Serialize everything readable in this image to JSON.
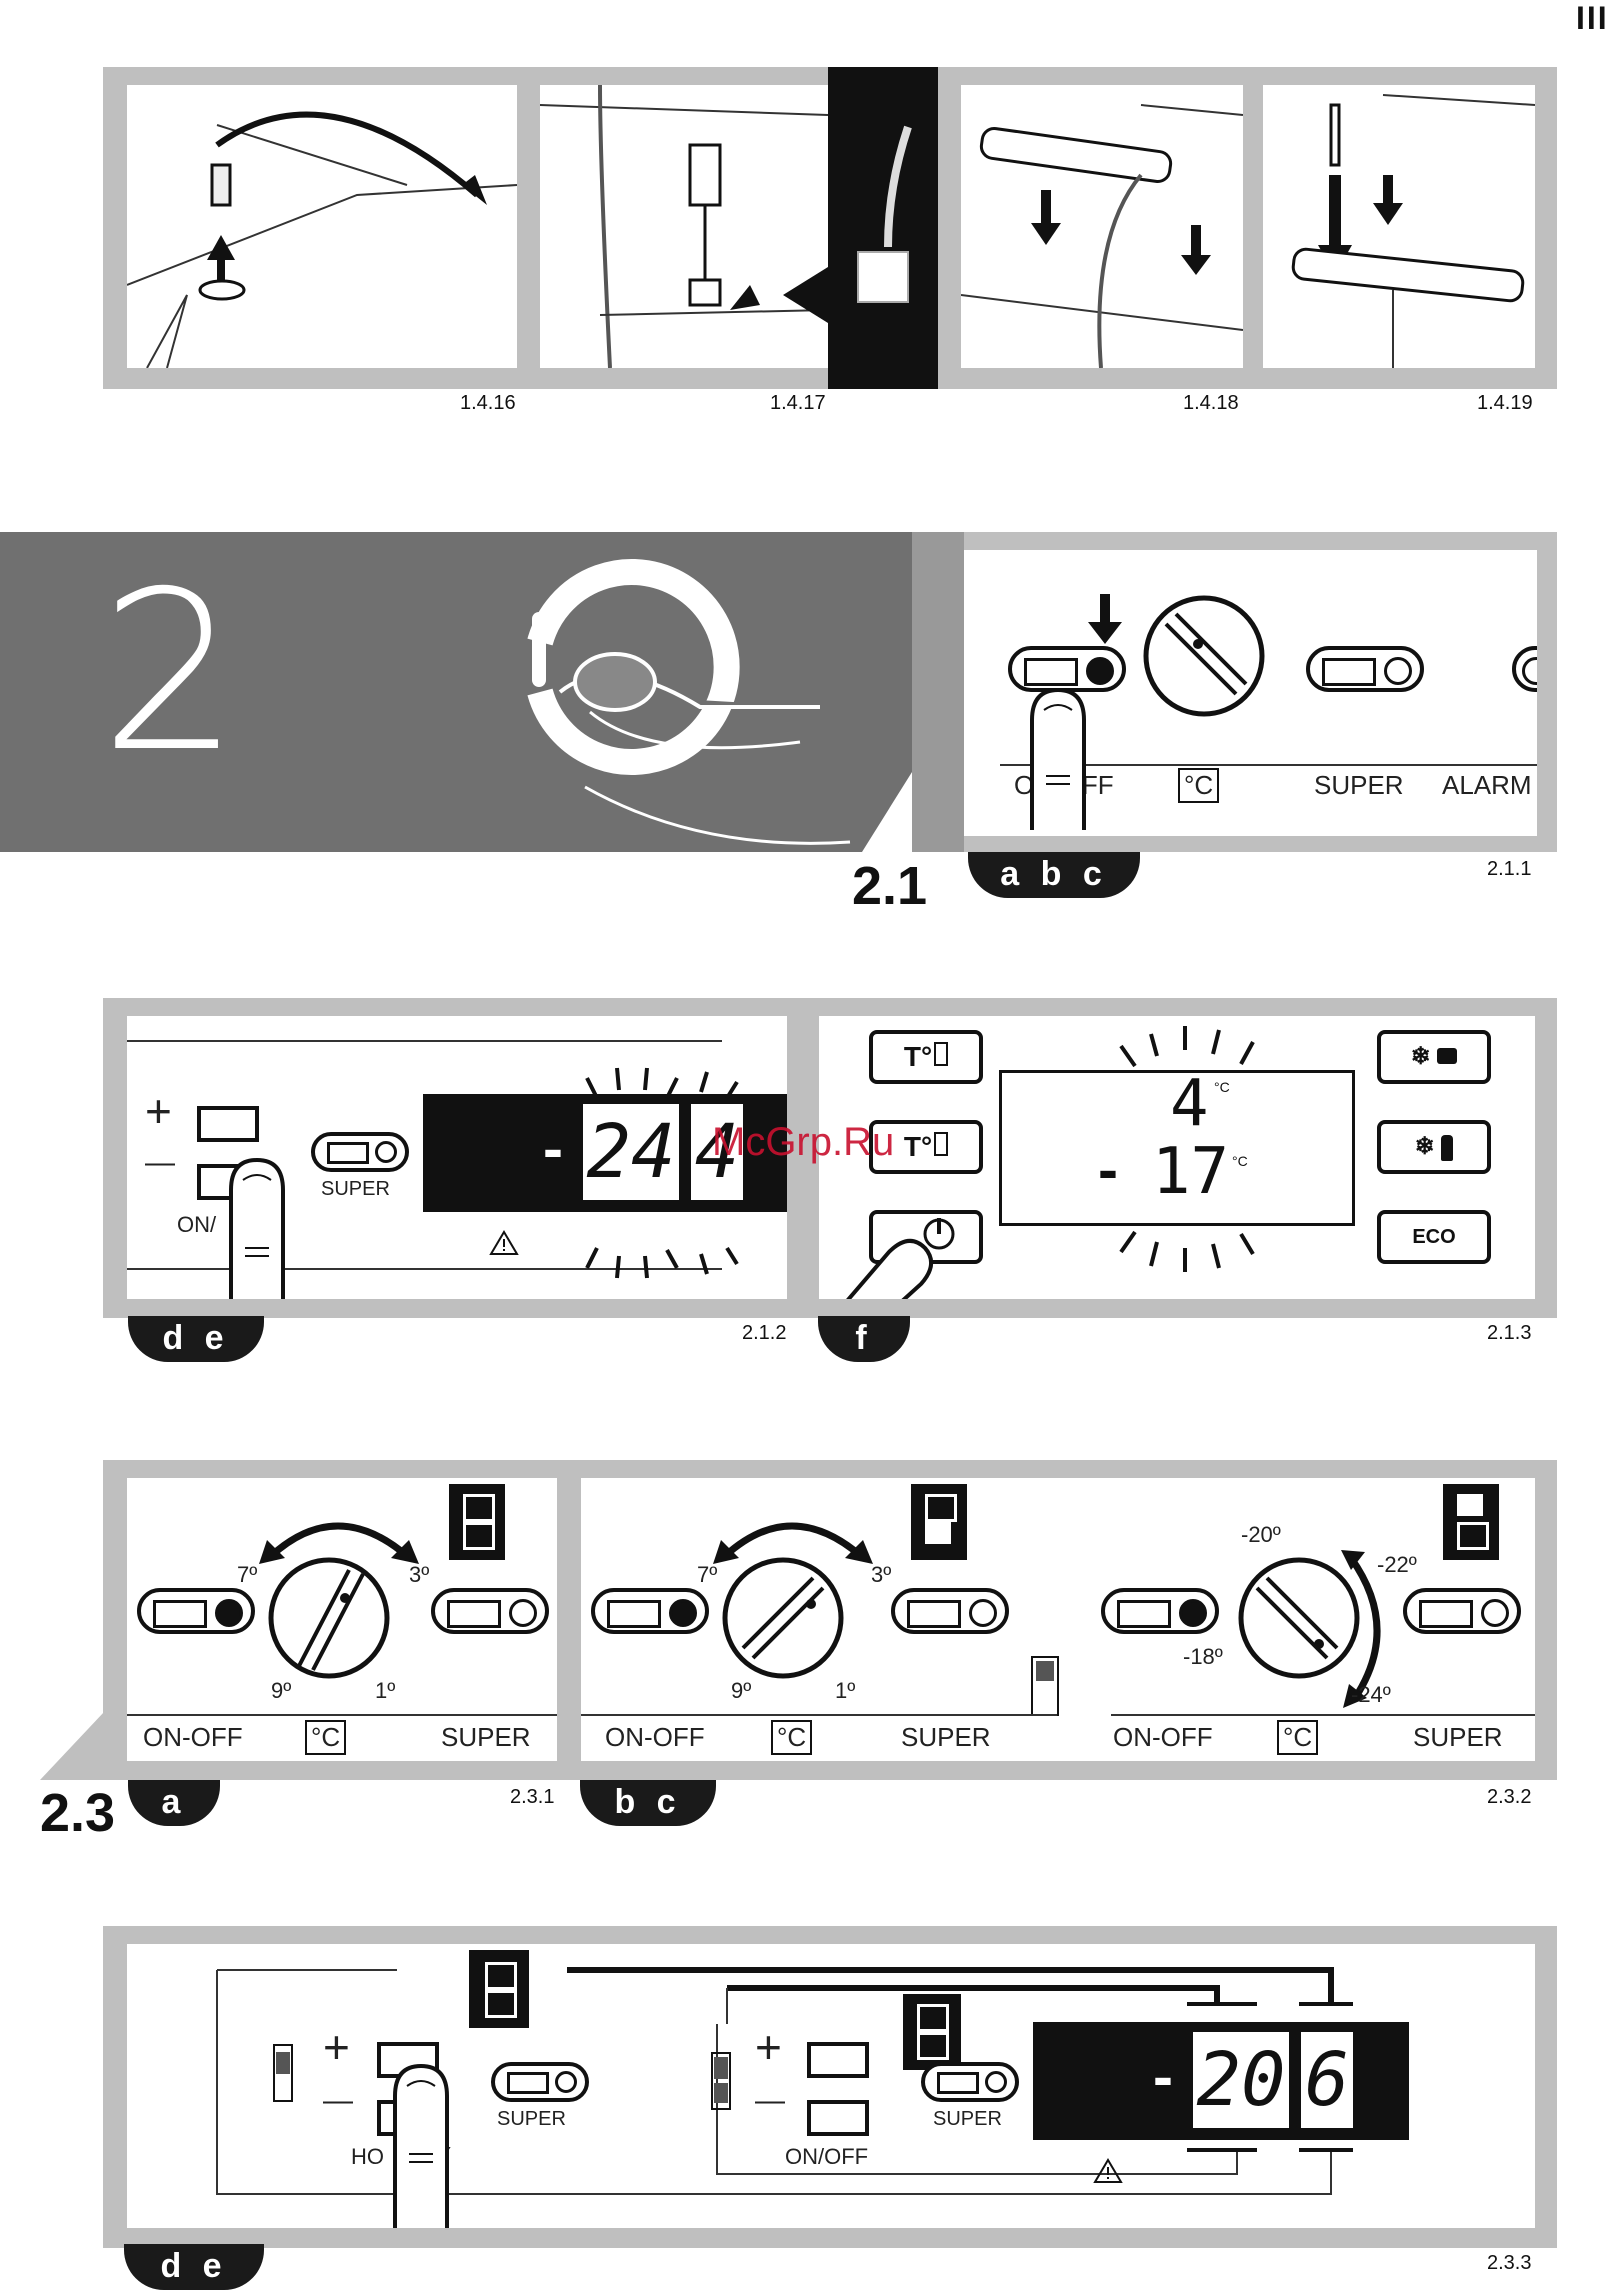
{
  "page": {
    "roman_numeral": "III"
  },
  "figs_row1": [
    "1.4.16",
    "1.4.17",
    "1.4.18",
    "1.4.19"
  ],
  "banner": {
    "number": "2"
  },
  "s21": {
    "section": "2.1",
    "pill": "a b c",
    "fig": "2.1.1",
    "labels": {
      "on_off": "ON-OFF",
      "celsius": "°C",
      "super": "SUPER",
      "alarm": "ALARM"
    }
  },
  "s212": {
    "pill": "d e",
    "fig": "2.1.2",
    "plus": "+",
    "minus": "—",
    "on_label": "ON/",
    "super": "SUPER",
    "minus_sign": "-",
    "digits_left": "24",
    "digit_right": "4"
  },
  "s213": {
    "pill": "f",
    "fig": "2.1.3",
    "buttons": {
      "t1": "T°",
      "t2": "T°",
      "eco": "ECO"
    },
    "top_value": "4",
    "bottom_sign": "-",
    "bottom_value": "17",
    "unit": "°C"
  },
  "watermark": "McGrp.Ru",
  "s23": {
    "section": "2.3",
    "pill_a": "a",
    "pill_bc": "b c",
    "fig1": "2.3.1",
    "fig2": "2.3.2",
    "panel1": {
      "t7": "7º",
      "t3": "3º",
      "t9": "9º",
      "t1": "1º",
      "on_off": "ON-OFF",
      "celsius": "°C",
      "super": "SUPER"
    },
    "panel2": {
      "t7": "7º",
      "t3": "3º",
      "t9": "9º",
      "t1": "1º",
      "on_off": "ON-OFF",
      "celsius": "°C",
      "super": "SUPER"
    },
    "panel3": {
      "t20": "-20º",
      "t22": "-22º",
      "t18": "-18º",
      "t24": "-24º",
      "on_off": "ON-OFF",
      "celsius": "°C",
      "super": "SUPER"
    }
  },
  "s233": {
    "pill": "d e",
    "fig": "2.3.3",
    "plus": "+",
    "minus": "—",
    "ho_label": "HO",
    "y_label": "Y",
    "on_off": "ON/OFF",
    "super": "SUPER",
    "minus_sign": "-",
    "digits_left": "20",
    "digit_right": "6"
  }
}
